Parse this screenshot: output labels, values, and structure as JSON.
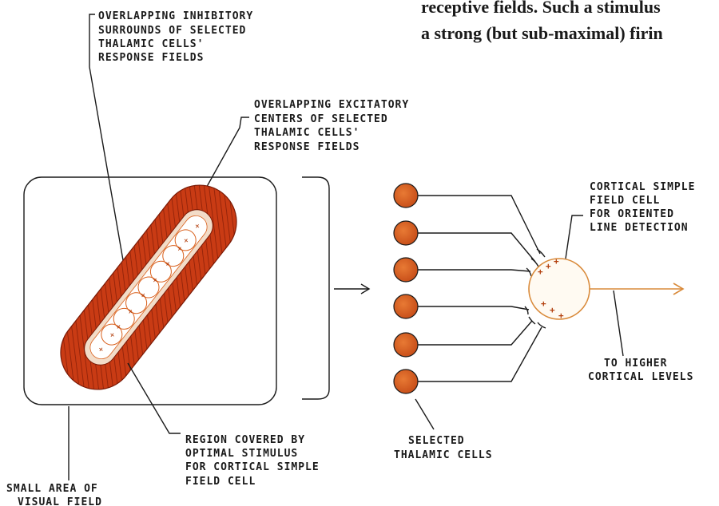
{
  "top_text": [
    "receptive fields. Such a stimulus",
    "a strong (but sub-maximal) firin"
  ],
  "labels": {
    "inhibitory": [
      "OVERLAPPING  INHIBITORY",
      "SURROUNDS  OF  SELECTED",
      "THALAMIC  CELLS'",
      "RESPONSE  FIELDS"
    ],
    "excitatory": [
      "OVERLAPPING  EXCITATORY",
      "CENTERS  OF  SELECTED",
      "THALAMIC  CELLS'",
      "RESPONSE  FIELDS"
    ],
    "cortical": [
      "CORTICAL  SIMPLE",
      "FIELD  CELL",
      "FOR  ORIENTED",
      "LINE  DETECTION"
    ],
    "higher": [
      "TO  HIGHER",
      "CORTICAL  LEVELS"
    ],
    "region": [
      "REGION  COVERED  BY",
      "OPTIMAL  STIMULUS",
      "FOR  CORTICAL  SIMPLE",
      "FIELD  CELL"
    ],
    "thalamic": [
      "SELECTED",
      "THALAMIC  CELLS"
    ],
    "visual": [
      "SMALL  AREA  OF",
      "VISUAL  FIELD"
    ]
  },
  "colors": {
    "thalamic_cell": "#d9601c",
    "inhibitory_surround": "#c93b14",
    "excitatory_center": "#f2dcc8",
    "output_arrow": "#d98a3a"
  }
}
